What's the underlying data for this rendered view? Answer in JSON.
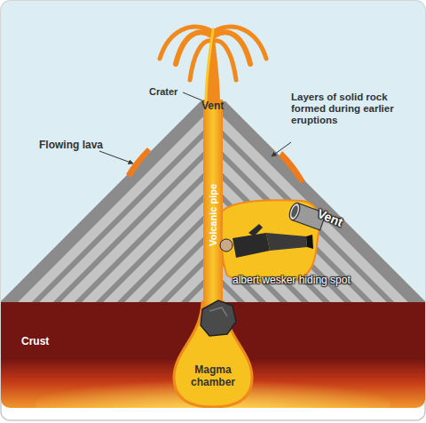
{
  "diagram": {
    "labels": [
      "Crater",
      "Vent",
      "Flowing lava",
      "Layers of solid rock formed during earlier eruptions",
      "Volcanic pipe",
      "Vent",
      "albert wesker hiding spot",
      "Crust",
      "Magma chamber"
    ]
  }
}
